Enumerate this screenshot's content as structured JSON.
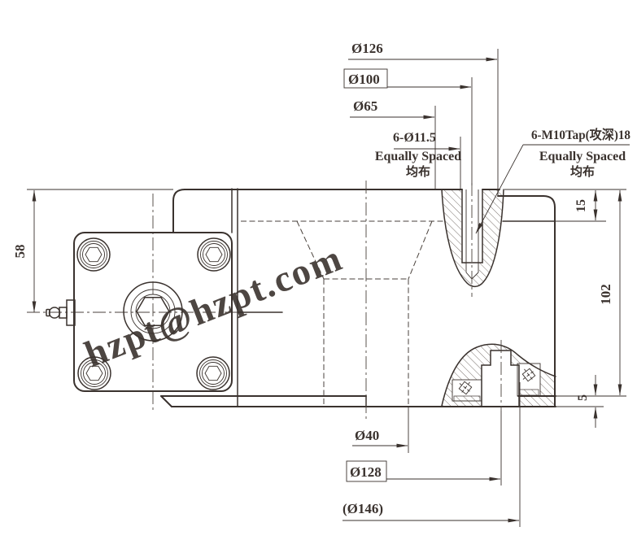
{
  "drawing": {
    "title": "flange gearbox section drawing",
    "watermark": "hzpt@hzpt.com",
    "colors": {
      "line": "#3a322e",
      "watermark": "#b3cfec"
    },
    "dimensions": {
      "d126": "Ø126",
      "d100": "Ø100",
      "d65": "Ø65",
      "through_holes": "6-Ø11.5",
      "equally_spaced": "Equally Spaced",
      "equally_spaced_cn": "均布",
      "tapped_holes": "6-M10Tap(攻深)18",
      "h58": "58",
      "h15": "15",
      "h102": "102",
      "h5": "5",
      "d40": "Ø40",
      "d128": "Ø128",
      "d146": "(Ø146)"
    }
  }
}
